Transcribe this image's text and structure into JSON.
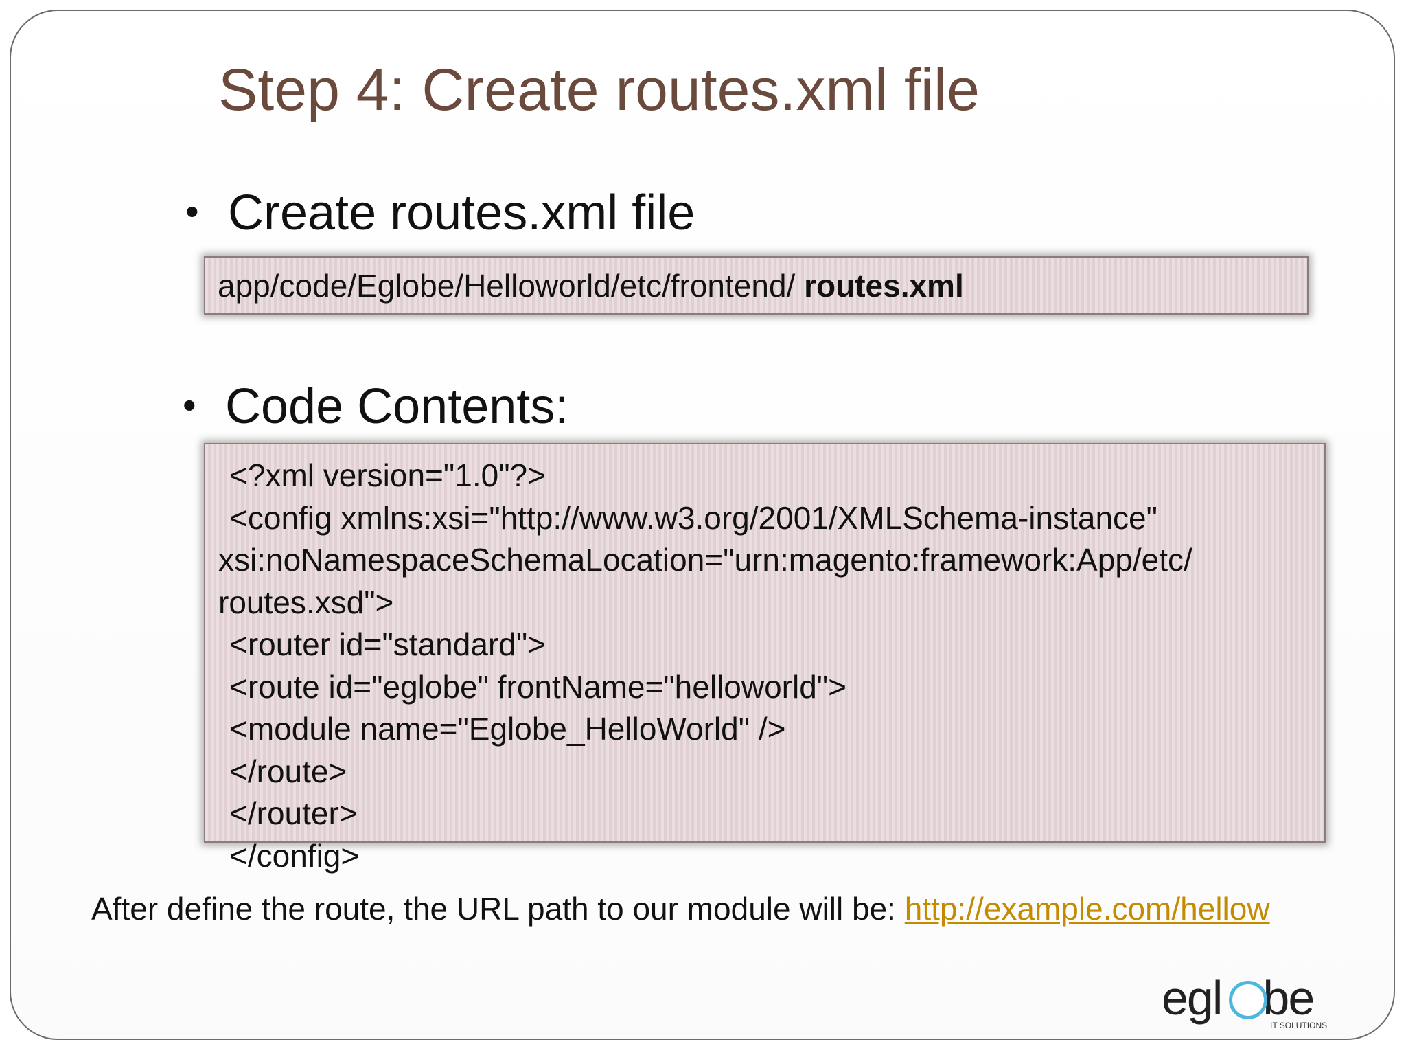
{
  "title": "Step 4: Create routes.xml file",
  "bullets": {
    "create": "Create routes.xml file",
    "contents": "Code Contents:",
    "marker": "•"
  },
  "path_box": {
    "prefix": "app/code/Eglobe/Helloworld/etc/frontend/ ",
    "filename": "routes.xml"
  },
  "code": {
    "lines": [
      "<?xml version=\"1.0\"?>",
      "<config xmlns:xsi=\"http://www.w3.org/2001/XMLSchema-instance\"",
      "xsi:noNamespaceSchemaLocation=\"urn:magento:framework:App/etc/",
      "routes.xsd\">",
      "<router id=\"standard\">",
      "<route id=\"eglobe\" frontName=\"helloworld\">",
      "<module name=\"Eglobe_HelloWorld\" />",
      "</route>",
      "</router>",
      "</config>"
    ],
    "indented": [
      true,
      true,
      false,
      false,
      true,
      true,
      true,
      true,
      true,
      true
    ]
  },
  "footer": {
    "text": "After define the route, the URL path to our module will be: ",
    "link": "http://example.com/hellow"
  },
  "logo": {
    "left": "egl",
    "right": "be",
    "tagline": "IT SOLUTIONS",
    "ring_color": "#4fb6e0"
  },
  "colors": {
    "title": "#6b4a3e",
    "box_fill": "#e7d7d9",
    "link": "#c48a00"
  }
}
